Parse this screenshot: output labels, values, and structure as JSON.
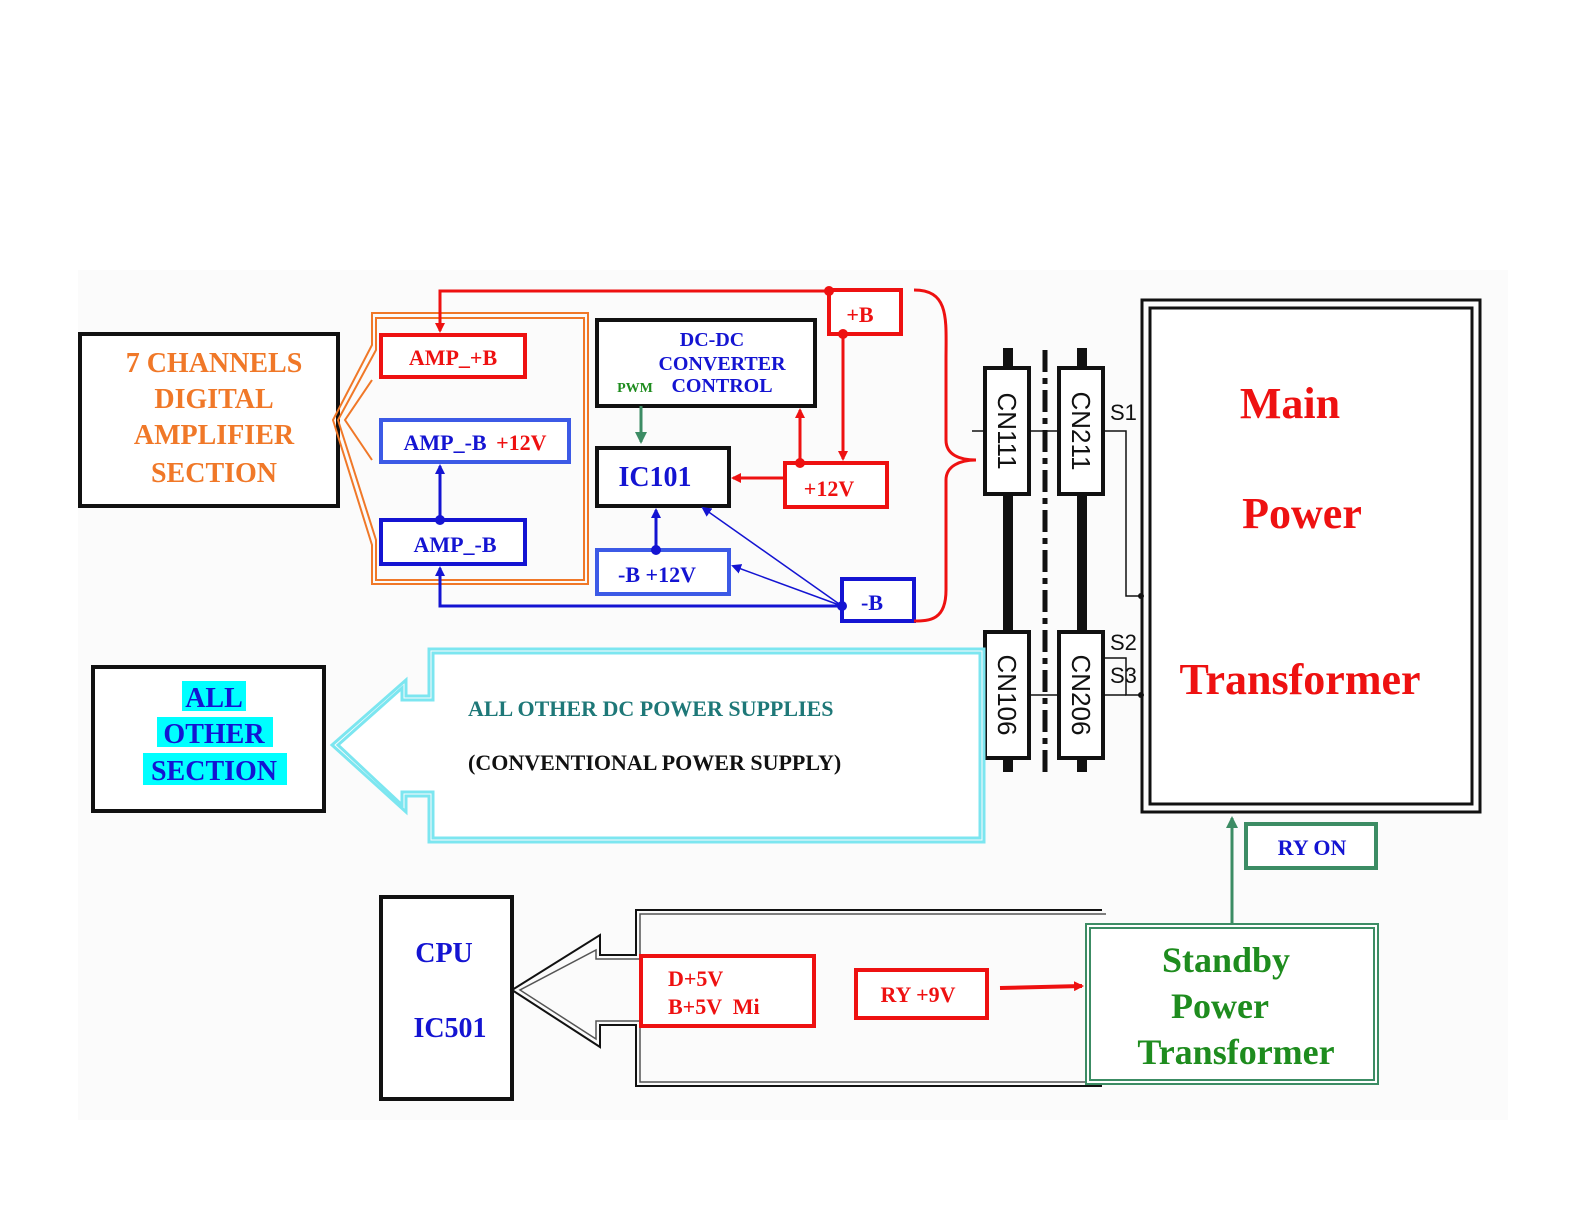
{
  "colors": {
    "red": "#ee1111",
    "blue": "#1414d2",
    "mid_blue": "#3c5ae6",
    "orange": "#f07828",
    "cyan": "#7ce6f0",
    "cyan_highlight": "#00ffff",
    "teal": "#1e7878",
    "green": "#3c8c64",
    "dark_green": "#1e8c1e",
    "black": "#111111"
  },
  "amplifier_section": {
    "line1": "7 CHANNELS",
    "line2": "DIGITAL",
    "line3": "AMPLIFIER",
    "line4": "SECTION"
  },
  "amp_plus_b": "AMP_+B",
  "amp_minus_b_12v": {
    "prefix": "AMP_-B",
    "suffix": "+12V"
  },
  "amp_minus_b": "AMP_-B",
  "dcdc": {
    "line1": "DC-DC",
    "line2": "CONVERTER",
    "line3": "CONTROL",
    "pwm": "PWM"
  },
  "ic101": "IC101",
  "plus_b": "+B",
  "plus_12v": "+12V",
  "minus_b_12v": "-B +12V",
  "minus_b": "-B",
  "connectors": {
    "cn111": "CN111",
    "cn211": "CN211",
    "cn106": "CN106",
    "cn206": "CN206"
  },
  "signals": {
    "s1": "S1",
    "s2": "S2",
    "s3": "S3"
  },
  "main_transformer": {
    "line1": "Main",
    "line2": "Power",
    "line3": "Transformer"
  },
  "other_section": {
    "line1": "ALL",
    "line2": "OTHER",
    "line3": "SECTION"
  },
  "dc_supplies": {
    "line1": "ALL OTHER DC POWER SUPPLIES",
    "line2": "(CONVENTIONAL POWER SUPPLY)"
  },
  "cpu": {
    "line1": "CPU",
    "line2": "IC501"
  },
  "standby_outputs": {
    "line1": "D+5V",
    "line2": "B+5V  Mi"
  },
  "ry_9v": "RY +9V",
  "ry_on": "RY ON",
  "standby_transformer": {
    "line1": "Standby",
    "line2": "Power",
    "line3": "Transformer"
  }
}
